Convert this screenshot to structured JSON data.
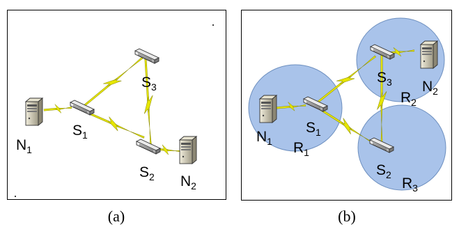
{
  "panel_a": {
    "caption": "(a)",
    "switches": [
      {
        "name": "S",
        "sub": "1"
      },
      {
        "name": "S",
        "sub": "2"
      },
      {
        "name": "S",
        "sub": "3"
      }
    ],
    "nodes": [
      {
        "name": "N",
        "sub": "1"
      },
      {
        "name": "N",
        "sub": "2"
      }
    ]
  },
  "panel_b": {
    "caption": "(b)",
    "switches": [
      {
        "name": "S",
        "sub": "1"
      },
      {
        "name": "S",
        "sub": "2"
      },
      {
        "name": "S",
        "sub": "3"
      }
    ],
    "nodes": [
      {
        "name": "N",
        "sub": "1"
      },
      {
        "name": "N",
        "sub": "2"
      }
    ],
    "regions": [
      {
        "name": "R",
        "sub": "1"
      },
      {
        "name": "R",
        "sub": "2"
      },
      {
        "name": "R",
        "sub": "3"
      }
    ]
  },
  "colors": {
    "region_fill": "#a9c3ea",
    "region_stroke": "#6d8fbf",
    "link": "#e6e600",
    "link_edge": "#8a8a00",
    "frame": "#000000"
  }
}
